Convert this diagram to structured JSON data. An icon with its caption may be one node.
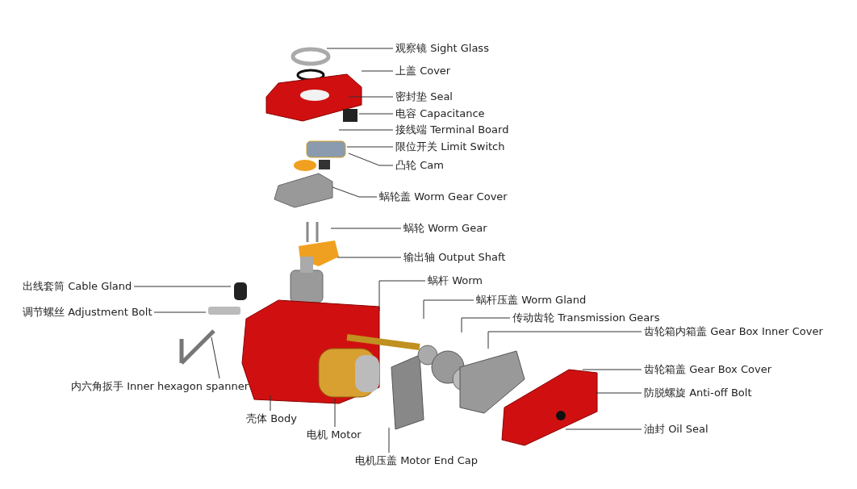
{
  "diagram": {
    "nodes": [
      {
        "text": [
          "观察镜 Sight Glass"
        ]
      },
      {
        "text": [
          "上盖 Cover"
        ]
      },
      {
        "text": [
          "密封垫 Seal"
        ]
      },
      {
        "text": [
          "电容 Capacitance"
        ]
      },
      {
        "text": [
          "接线端 Terminal Board"
        ]
      },
      {
        "text": [
          "限位开关 Limit Switch"
        ]
      },
      {
        "text": [
          "凸轮 Cam"
        ]
      },
      {
        "text": [
          "蜗轮盖 Worm Gear Cover"
        ]
      },
      {
        "text": [
          "蜗轮 Worm Gear"
        ]
      },
      {
        "text": [
          "输出轴 Output Shaft"
        ]
      },
      {
        "text": [
          "出线套筒 Cable Gland"
        ]
      },
      {
        "text": [
          "调节螺丝 Adjustment Bolt"
        ]
      },
      {
        "text": [
          "内六角扳手 Inner hexagon spanner"
        ]
      },
      {
        "text": [
          "壳体 Body"
        ]
      },
      {
        "text": [
          "电机 Motor"
        ]
      },
      {
        "text": [
          "电机压盖 Motor End Cap"
        ]
      },
      {
        "text": [
          "蜗杆 Worm"
        ]
      },
      {
        "text": [
          "蜗杆压盖 Worm Gland"
        ]
      },
      {
        "text": [
          "传动齿轮 Transmission Gears"
        ]
      },
      {
        "text": [
          "齿轮箱内箱盖 Gear Box Inner Cover"
        ]
      },
      {
        "text": [
          "齿轮箱盖 Gear Box Cover"
        ]
      },
      {
        "text": [
          "防脱螺旋 Anti-off Bolt"
        ]
      },
      {
        "text": [
          "油封 Oil Seal"
        ]
      }
    ],
    "edges": [
      {
        "from": 0,
        "to": null,
        "arrow": "none"
      },
      {
        "from": 1,
        "to": null,
        "arrow": "none"
      },
      {
        "from": 2,
        "to": null,
        "arrow": "none"
      },
      {
        "from": 3,
        "to": null,
        "arrow": "none"
      },
      {
        "from": 4,
        "to": null,
        "arrow": "none"
      },
      {
        "from": 5,
        "to": null,
        "arrow": "none"
      },
      {
        "from": 6,
        "to": null,
        "arrow": "none"
      },
      {
        "from": 7,
        "to": null,
        "arrow": "none"
      },
      {
        "from": 8,
        "to": null,
        "arrow": "none"
      },
      {
        "from": 9,
        "to": null,
        "arrow": "none"
      },
      {
        "from": 10,
        "to": null,
        "arrow": "none"
      },
      {
        "from": 11,
        "to": null,
        "arrow": "none"
      },
      {
        "from": 12,
        "to": null,
        "arrow": "none"
      },
      {
        "from": 13,
        "to": null,
        "arrow": "none"
      },
      {
        "from": 14,
        "to": null,
        "arrow": "none"
      },
      {
        "from": 15,
        "to": null,
        "arrow": "none"
      },
      {
        "from": 16,
        "to": null,
        "arrow": "none"
      },
      {
        "from": 17,
        "to": null,
        "arrow": "none"
      },
      {
        "from": 18,
        "to": null,
        "arrow": "none"
      },
      {
        "from": 19,
        "to": null,
        "arrow": "none"
      },
      {
        "from": 20,
        "to": null,
        "arrow": "none"
      },
      {
        "from": 21,
        "to": null,
        "arrow": "none"
      },
      {
        "from": 22,
        "to": null,
        "arrow": "none"
      }
    ]
  }
}
